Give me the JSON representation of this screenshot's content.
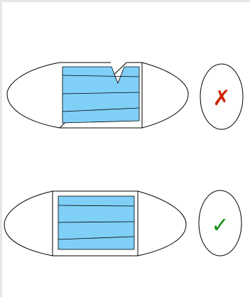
{
  "diagram": {
    "panels": [
      {
        "id": "incorrect",
        "status_symbol": "✗",
        "status_color": "#cc2200",
        "status_icon": "cross-mark-icon",
        "wire_pinch": "notched",
        "mask_color": "#80cff7"
      },
      {
        "id": "correct",
        "status_symbol": "✓",
        "status_color": "#1a8f1a",
        "status_icon": "check-mark-icon",
        "wire_pinch": "none",
        "mask_color": "#80cff7"
      }
    ]
  }
}
